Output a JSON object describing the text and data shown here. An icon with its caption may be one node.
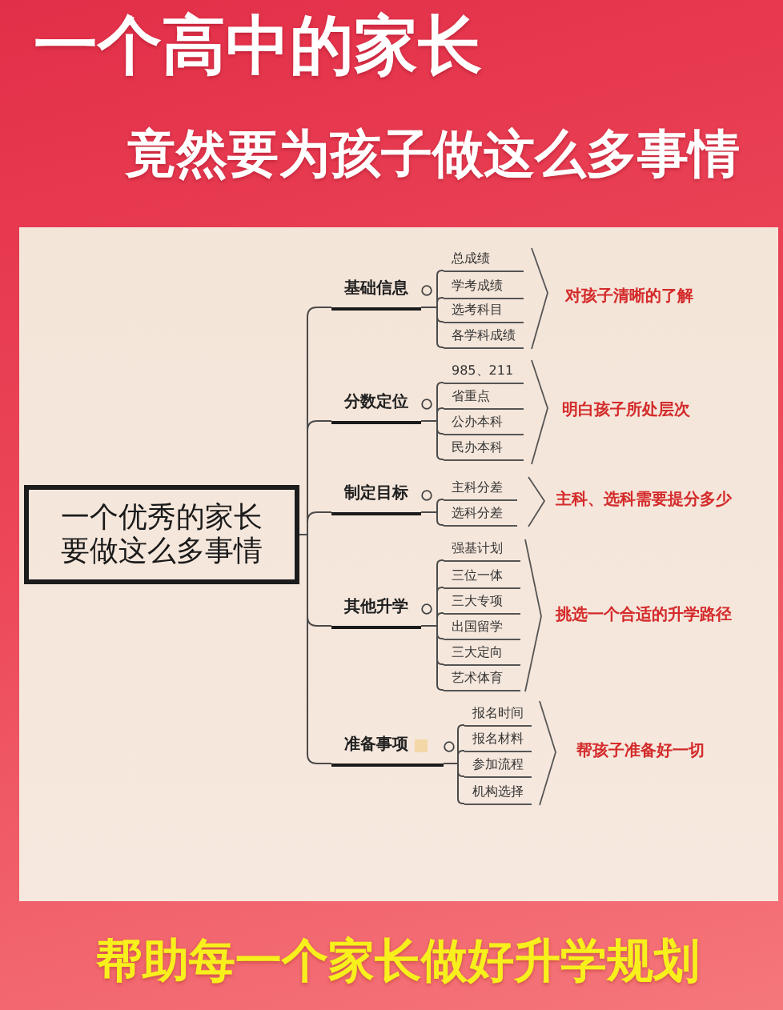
{
  "diagram": {
    "title": "一个高中的家长",
    "nodes": [
      {
        "text": [
          "一个优秀的家长要做这么多事情"
        ]
      },
      {
        "text": [
          "基础信息"
        ]
      },
      {
        "text": [
          "总成绩"
        ]
      },
      {
        "text": [
          "学考成绩"
        ]
      },
      {
        "text": [
          "选考科目"
        ]
      },
      {
        "text": [
          "各学科成绩"
        ]
      },
      {
        "text": [
          "分数定位"
        ]
      },
      {
        "text": [
          "985、211"
        ]
      },
      {
        "text": [
          "省重点"
        ]
      },
      {
        "text": [
          "公办本科"
        ]
      },
      {
        "text": [
          "民办本科"
        ]
      },
      {
        "text": [
          "制定目标"
        ]
      },
      {
        "text": [
          "主科分差"
        ]
      },
      {
        "text": [
          "选科分差"
        ]
      },
      {
        "text": [
          "其他升学"
        ]
      },
      {
        "text": [
          "强基计划"
        ]
      },
      {
        "text": [
          "三位一体"
        ]
      },
      {
        "text": [
          "三大专项"
        ]
      },
      {
        "text": [
          "出国留学"
        ]
      },
      {
        "text": [
          "三大定向"
        ]
      },
      {
        "text": [
          "艺术体育"
        ]
      },
      {
        "text": [
          "准备事项"
        ]
      },
      {
        "text": [
          "报名时间"
        ]
      },
      {
        "text": [
          "报名材料"
        ]
      },
      {
        "text": [
          "参加流程"
        ]
      },
      {
        "text": [
          "机构选择"
        ]
      }
    ],
    "edges": [
      {
        "from": 0,
        "to": 1,
        "arrow": "none"
      },
      {
        "from": 0,
        "to": 6,
        "arrow": "none"
      },
      {
        "from": 0,
        "to": 11,
        "arrow": "none"
      },
      {
        "from": 0,
        "to": 14,
        "arrow": "none"
      },
      {
        "from": 0,
        "to": 21,
        "arrow": "none"
      },
      {
        "from": 1,
        "to": 2,
        "arrow": "none"
      },
      {
        "from": 1,
        "to": 3,
        "arrow": "none"
      },
      {
        "from": 1,
        "to": 4,
        "arrow": "none"
      },
      {
        "from": 1,
        "to": 5,
        "arrow": "none"
      },
      {
        "from": 6,
        "to": 7,
        "arrow": "none"
      },
      {
        "from": 6,
        "to": 8,
        "arrow": "none"
      },
      {
        "from": 6,
        "to": 9,
        "arrow": "none"
      },
      {
        "from": 6,
        "to": 10,
        "arrow": "none"
      },
      {
        "from": 11,
        "to": 12,
        "arrow": "none"
      },
      {
        "from": 11,
        "to": 13,
        "arrow": "none"
      },
      {
        "from": 14,
        "to": 15,
        "arrow": "none"
      },
      {
        "from": 14,
        "to": 16,
        "arrow": "none"
      },
      {
        "from": 14,
        "to": 17,
        "arrow": "none"
      },
      {
        "from": 14,
        "to": 18,
        "arrow": "none"
      },
      {
        "from": 14,
        "to": 19,
        "arrow": "none"
      },
      {
        "from": 14,
        "to": 20,
        "arrow": "none"
      },
      {
        "from": 21,
        "to": 22,
        "arrow": "none"
      },
      {
        "from": 21,
        "to": 23,
        "arrow": "none"
      },
      {
        "from": 21,
        "to": 24,
        "arrow": "none"
      },
      {
        "from": 21,
        "to": 25,
        "arrow": "none"
      }
    ],
    "labels": [
      "竟然要为孩子做这么多事情",
      "对孩子清晰的了解",
      "明白孩子所处层次",
      "主科、选科需要提分多少",
      "挑选一个合适的升学路径",
      "帮孩子准备好一切",
      "帮助每一个家长做好升学规划"
    ]
  }
}
